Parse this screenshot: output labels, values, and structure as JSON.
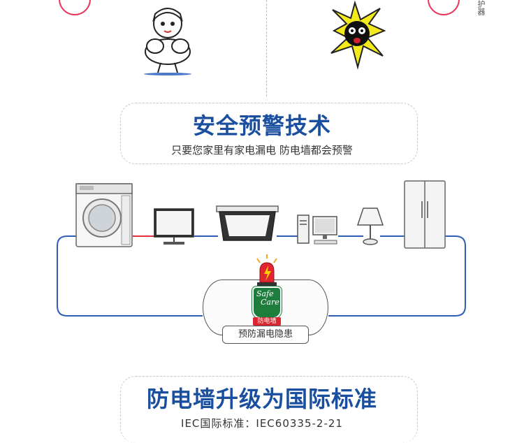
{
  "section1": {
    "title": "安全预警技术",
    "subtitle": "只要您家里有家电漏电 防电墙都会预警"
  },
  "diagram": {
    "bubble_label": "预防漏电隐患",
    "badge": {
      "line1": "Safe",
      "line2": "Care",
      "caption": "防电墙"
    }
  },
  "section2": {
    "title": "防电墙升级为国际标准",
    "subtitle": "IEC国际标准：IEC60335-2-21"
  },
  "sidebar": {
    "text": "护器"
  },
  "colors": {
    "accent": "#1a4fa0",
    "wire_blue": "#2f5fb5",
    "wire_red": "#e0303c",
    "circle_red": "#e8335a"
  }
}
